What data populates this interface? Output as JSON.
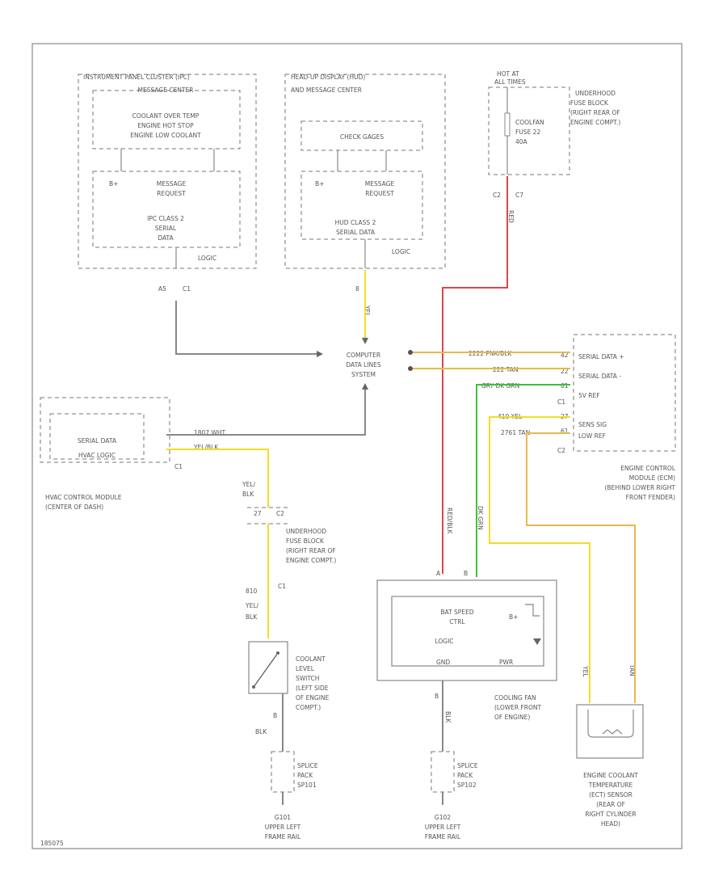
{
  "ipc": {
    "title": "INSTRUMENT PANEL CLUSTER (IPC)",
    "subtitle": "MESSAGE CENTER",
    "msg1": "COOLANT OVER TEMP",
    "msg2": "ENGINE HOT STOP",
    "msg3": "ENGINE LOW COOLANT",
    "bplus": "B+",
    "req1": "MESSAGE",
    "req2": "REQUEST",
    "serial1": "IPC CLASS 2",
    "serial2": "SERIAL",
    "serial3": "DATA",
    "logic": "LOGIC",
    "pin": "A5",
    "conn": "C1"
  },
  "hud": {
    "title": "HEAD-UP DISPLAY (HUD)",
    "subtitle": "AND MESSAGE CENTER",
    "msg": "CHECK GAGES",
    "bplus": "B+",
    "req1": "MESSAGE",
    "req2": "REQUEST",
    "serial1": "HUD CLASS 2",
    "serial2": "SERIAL DATA",
    "logic": "LOGIC",
    "pin": "8",
    "wire": "YEL"
  },
  "fuse_top": {
    "hot": "HOT AT",
    "all_times": "ALL TIMES",
    "block1": "UNDERHOOD",
    "block2": "FUSE BLOCK",
    "block3": "(RIGHT REAR OF",
    "block4": "ENGINE COMPT.)",
    "fuse1": "COOLFAN",
    "fuse2": "FUSE 22",
    "fuse3": "40A",
    "pin": "C2",
    "conn": "C7",
    "wire": "RED"
  },
  "dls": {
    "l1": "COMPUTER",
    "l2": "DATA LINES",
    "l3": "SYSTEM"
  },
  "ecm": {
    "wire1": "2222 PNK/BLK",
    "wire2": "222 TAN",
    "wire3": "GRY DK GRN",
    "wire4": "410 YEL",
    "wire5": "2761 TAN",
    "pin1": "42",
    "pin2": "22",
    "pin3": "61",
    "pin4": "27",
    "pin5": "61",
    "sd_plus": "SERIAL DATA +",
    "sd_minus": "SERIAL DATA -",
    "ref": "5V REF",
    "c1": "C1",
    "sens": "SENS SIG",
    "low": "LOW REF",
    "c2": "C2",
    "n1": "ENGINE CONTROL",
    "n2": "MODULE (ECM)",
    "n3": "(BEHIND LOWER RIGHT",
    "n4": "FRONT FENDER)"
  },
  "hvac": {
    "serial": "SERIAL DATA",
    "logic": "HVAC LOGIC",
    "wire1": "1807 WHT",
    "wire2": "YEL/BLK",
    "pin": "C1",
    "n1": "HVAC CONTROL MODULE",
    "n2": "(CENTER OF DASH)"
  },
  "fuse_mid": {
    "wire1": "YEL/",
    "wire2": "BLK",
    "pin": "27",
    "conn": "C2",
    "n1": "UNDERHOOD",
    "n2": "FUSE BLOCK",
    "n3": "(RIGHT REAR OF",
    "n4": "ENGINE COMPT.)",
    "pin2": "C1",
    "wire3": "810",
    "wire4": "YEL/",
    "wire5": "BLK"
  },
  "switch": {
    "n1": "COOLANT",
    "n2": "LEVEL",
    "n3": "SWITCH",
    "n4": "(LEFT SIDE",
    "n5": "OF ENGINE",
    "n6": "COMPT.)",
    "pin": "B",
    "wire": "BLK"
  },
  "splice1": {
    "n1": "SPLICE",
    "n2": "PACK",
    "n3": "SP101",
    "g1": "G101",
    "g2": "UPPER LEFT",
    "g3": "FRAME RAIL"
  },
  "fan": {
    "wire1": "RED/BLK",
    "wire2": "DK GRN",
    "pinA": "A",
    "pinB": "B",
    "label1": "BAT SPEED",
    "label2": "CTRL",
    "bplus": "B+",
    "logic": "LOGIC",
    "gnd": "GND",
    "pwr": "PWR",
    "n1": "COOLING FAN",
    "n2": "(LOWER FRONT",
    "n3": "OF ENGINE)",
    "pin": "B",
    "wire3": "BLK"
  },
  "splice2": {
    "n1": "SPLICE",
    "n2": "PACK",
    "n3": "SP102",
    "g1": "G102",
    "g2": "UPPER LEFT",
    "g3": "FRAME RAIL"
  },
  "ect": {
    "wire1": "YEL",
    "wire2": "TAN",
    "n1": "ENGINE COOLANT",
    "n2": "TEMPERATURE",
    "n3": "(ECT) SENSOR",
    "n4": "(REAR OF",
    "n5": "RIGHT CYLINDER",
    "n6": "HEAD)"
  },
  "footer": {
    "id": "185075"
  },
  "colors": {
    "red": "#e0454a",
    "yellow": "#f2dd24",
    "orange": "#e8b94a",
    "green": "#3fbf3f",
    "gray": "#888888"
  }
}
